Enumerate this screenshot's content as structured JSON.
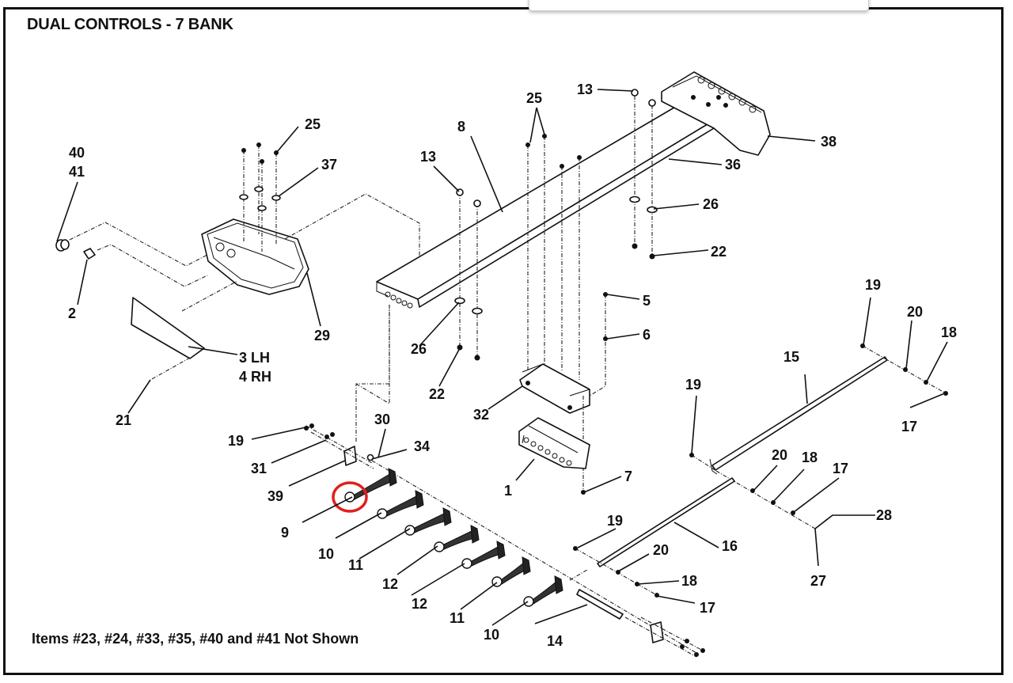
{
  "title": "DUAL CONTROLS - 7 BANK",
  "note": "Items #23, #24, #33, #35, #40 and #41 Not Shown",
  "highlight": {
    "item": "9",
    "color": "#e0201e",
    "shape": "circle"
  },
  "popup": {
    "visible": true,
    "text": ""
  },
  "callouts": [
    {
      "id": "c40",
      "text": "40"
    },
    {
      "id": "c41",
      "text": "41"
    },
    {
      "id": "c2",
      "text": "2"
    },
    {
      "id": "c25a",
      "text": "25"
    },
    {
      "id": "c37",
      "text": "37"
    },
    {
      "id": "c29",
      "text": "29"
    },
    {
      "id": "c3",
      "text": "3 LH"
    },
    {
      "id": "c4",
      "text": "4 RH"
    },
    {
      "id": "c21",
      "text": "21"
    },
    {
      "id": "c13a",
      "text": "13"
    },
    {
      "id": "c8",
      "text": "8"
    },
    {
      "id": "c25b",
      "text": "25"
    },
    {
      "id": "c13b",
      "text": "13"
    },
    {
      "id": "c38",
      "text": "38"
    },
    {
      "id": "c36",
      "text": "36"
    },
    {
      "id": "c26a",
      "text": "26"
    },
    {
      "id": "c22a",
      "text": "22"
    },
    {
      "id": "c26b",
      "text": "26"
    },
    {
      "id": "c22b",
      "text": "22"
    },
    {
      "id": "c5",
      "text": "5"
    },
    {
      "id": "c6",
      "text": "6"
    },
    {
      "id": "c32",
      "text": "32"
    },
    {
      "id": "c1",
      "text": "1"
    },
    {
      "id": "c7",
      "text": "7"
    },
    {
      "id": "c30",
      "text": "30"
    },
    {
      "id": "c34",
      "text": "34"
    },
    {
      "id": "c19a",
      "text": "19"
    },
    {
      "id": "c31",
      "text": "31"
    },
    {
      "id": "c39",
      "text": "39"
    },
    {
      "id": "c9",
      "text": "9"
    },
    {
      "id": "c10a",
      "text": "10"
    },
    {
      "id": "c11a",
      "text": "11"
    },
    {
      "id": "c12a",
      "text": "12"
    },
    {
      "id": "c12b",
      "text": "12"
    },
    {
      "id": "c11b",
      "text": "11"
    },
    {
      "id": "c10b",
      "text": "10"
    },
    {
      "id": "c14",
      "text": "14"
    },
    {
      "id": "c19b",
      "text": "19"
    },
    {
      "id": "c20a",
      "text": "20"
    },
    {
      "id": "c18a",
      "text": "18"
    },
    {
      "id": "c17a",
      "text": "17"
    },
    {
      "id": "c16",
      "text": "16"
    },
    {
      "id": "c19c",
      "text": "19"
    },
    {
      "id": "c15",
      "text": "15"
    },
    {
      "id": "c20b",
      "text": "20"
    },
    {
      "id": "c18b",
      "text": "18"
    },
    {
      "id": "c17b",
      "text": "17"
    },
    {
      "id": "c19d",
      "text": "19"
    },
    {
      "id": "c20c",
      "text": "20"
    },
    {
      "id": "c18c",
      "text": "18"
    },
    {
      "id": "c17c",
      "text": "17"
    },
    {
      "id": "c28",
      "text": "28"
    },
    {
      "id": "c27",
      "text": "27"
    }
  ]
}
